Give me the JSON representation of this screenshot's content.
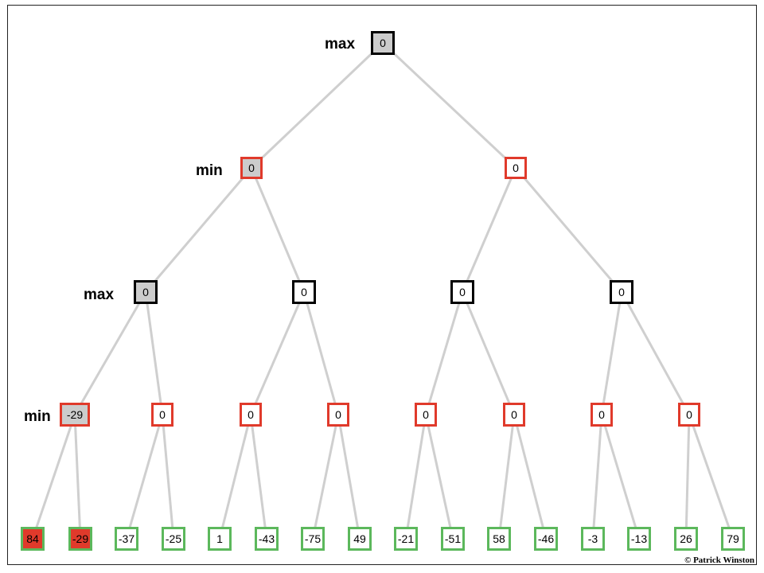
{
  "colors": {
    "max_border": "#000000",
    "min_border": "#e03a2b",
    "leaf_border": "#5cb85c",
    "visited_fill": "#cccccc",
    "leaf_highlight_fill": "#e03a2b",
    "edge": "#cfcfcf"
  },
  "level_labels": [
    "max",
    "min",
    "max",
    "min"
  ],
  "credit": "© Patrick Winston",
  "levels": [
    [
      {
        "value": "0",
        "kind": "max",
        "fill": "visited"
      }
    ],
    [
      {
        "value": "0",
        "kind": "min",
        "fill": "visited"
      },
      {
        "value": "0",
        "kind": "min",
        "fill": "none"
      }
    ],
    [
      {
        "value": "0",
        "kind": "max",
        "fill": "visited"
      },
      {
        "value": "0",
        "kind": "max",
        "fill": "none"
      },
      {
        "value": "0",
        "kind": "max",
        "fill": "none"
      },
      {
        "value": "0",
        "kind": "max",
        "fill": "none"
      }
    ],
    [
      {
        "value": "-29",
        "kind": "min",
        "fill": "visited"
      },
      {
        "value": "0",
        "kind": "min",
        "fill": "none"
      },
      {
        "value": "0",
        "kind": "min",
        "fill": "none"
      },
      {
        "value": "0",
        "kind": "min",
        "fill": "none"
      },
      {
        "value": "0",
        "kind": "min",
        "fill": "none"
      },
      {
        "value": "0",
        "kind": "min",
        "fill": "none"
      },
      {
        "value": "0",
        "kind": "min",
        "fill": "none"
      },
      {
        "value": "0",
        "kind": "min",
        "fill": "none"
      }
    ],
    [
      {
        "value": "84",
        "kind": "leaf",
        "fill": "highlight"
      },
      {
        "value": "-29",
        "kind": "leaf",
        "fill": "highlight"
      },
      {
        "value": "-37",
        "kind": "leaf",
        "fill": "none"
      },
      {
        "value": "-25",
        "kind": "leaf",
        "fill": "none"
      },
      {
        "value": "1",
        "kind": "leaf",
        "fill": "none"
      },
      {
        "value": "-43",
        "kind": "leaf",
        "fill": "none"
      },
      {
        "value": "-75",
        "kind": "leaf",
        "fill": "none"
      },
      {
        "value": "49",
        "kind": "leaf",
        "fill": "none"
      },
      {
        "value": "-21",
        "kind": "leaf",
        "fill": "none"
      },
      {
        "value": "-51",
        "kind": "leaf",
        "fill": "none"
      },
      {
        "value": "58",
        "kind": "leaf",
        "fill": "none"
      },
      {
        "value": "-46",
        "kind": "leaf",
        "fill": "none"
      },
      {
        "value": "-3",
        "kind": "leaf",
        "fill": "none"
      },
      {
        "value": "-13",
        "kind": "leaf",
        "fill": "none"
      },
      {
        "value": "26",
        "kind": "leaf",
        "fill": "none"
      },
      {
        "value": "79",
        "kind": "leaf",
        "fill": "none"
      }
    ]
  ]
}
